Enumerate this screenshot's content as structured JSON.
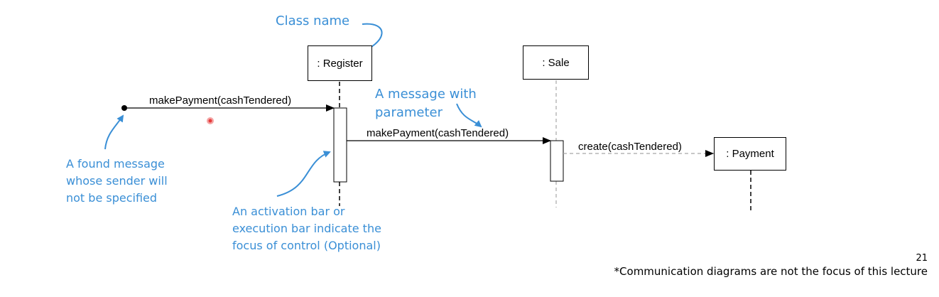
{
  "colors": {
    "annotation": "#3a8fd6",
    "line": "#000000",
    "dashed": "#a6a6a6",
    "red_dot": "#e63b3b"
  },
  "annotations": {
    "class_name": "Class name",
    "message_with_parameter_line1": "A message with",
    "message_with_parameter_line2": "parameter",
    "found_message_line1": "A found message",
    "found_message_line2": "whose sender will",
    "found_message_line3": "not be specified",
    "activation_bar_line1": "An activation bar or",
    "activation_bar_line2": "execution bar indicate the",
    "activation_bar_line3": "focus of control (Optional)"
  },
  "lifelines": {
    "register": ": Register",
    "sale": ": Sale",
    "payment": ": Payment"
  },
  "messages": {
    "found": "makePayment(cashTendered)",
    "register_to_sale": "makePayment(cashTendered)",
    "sale_to_payment": "create(cashTendered)"
  },
  "footer": {
    "page_number": "21",
    "note": "*Communication diagrams are not the focus of this lecture"
  }
}
